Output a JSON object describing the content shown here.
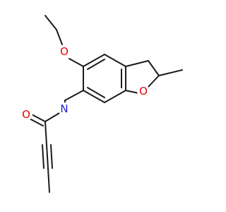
{
  "molecule": {
    "atoms": {
      "o_ethoxy": {
        "label": "O",
        "color": "#e60000"
      },
      "o_ring": {
        "label": "O",
        "color": "#e60000"
      },
      "o_carbonyl": {
        "label": "O",
        "color": "#e60000"
      },
      "n_amide": {
        "label": "N",
        "color": "#1f1fcc"
      }
    },
    "bond_color": "#1a1a1a"
  }
}
